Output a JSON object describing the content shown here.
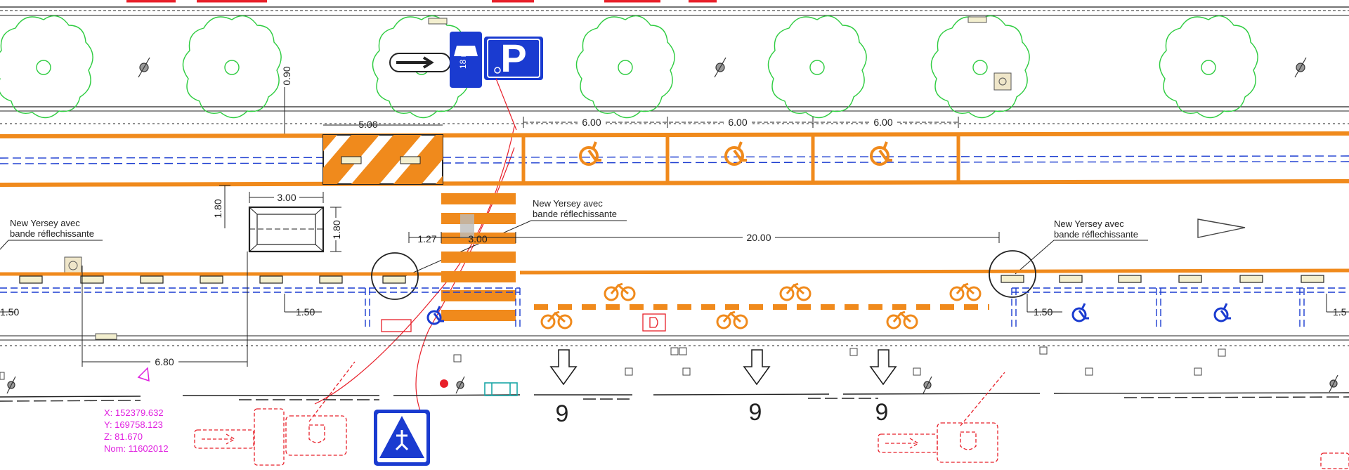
{
  "dimensions": {
    "d_090": "0.90",
    "d_500": "5.00",
    "d_600_a": "6.00",
    "d_600_b": "6.00",
    "d_600_c": "6.00",
    "d_300": "3.00",
    "d_180_v1": "1.80",
    "d_180_v2": "1.80",
    "d_127": "1.27",
    "d_300_b": "3.00",
    "d_2000": "20.00",
    "d_150_left": "1.50",
    "d_150_mid": "1.50",
    "d_150_right": "1.50",
    "d_150_far": "1.5",
    "d_680": "6.80"
  },
  "annotations": {
    "ny_left_line1": "New Yersey avec",
    "ny_left_line2": "bande réflechissante",
    "ny_mid_line1": "New Yersey avec",
    "ny_mid_line2": "bande réflechissante",
    "ny_right_line1": "New Yersey avec",
    "ny_right_line2": "bande réflechissante"
  },
  "coordinates": {
    "x": "X: 152379.632",
    "y": "Y: 169758.123",
    "z": "Z: 81.670",
    "nom": "Nom: 11602012"
  },
  "signs": {
    "parking_letter": "P",
    "sub_sign_text": "18 m"
  },
  "markings": {
    "nine_1": "9",
    "nine_2": "9",
    "nine_3": "9"
  },
  "colors": {
    "orange": "#f08a1c",
    "blue": "#1a3bd0",
    "tree": "#2ecc40",
    "red": "#e8202a",
    "magenta": "#e020e0",
    "dark": "#222222"
  }
}
